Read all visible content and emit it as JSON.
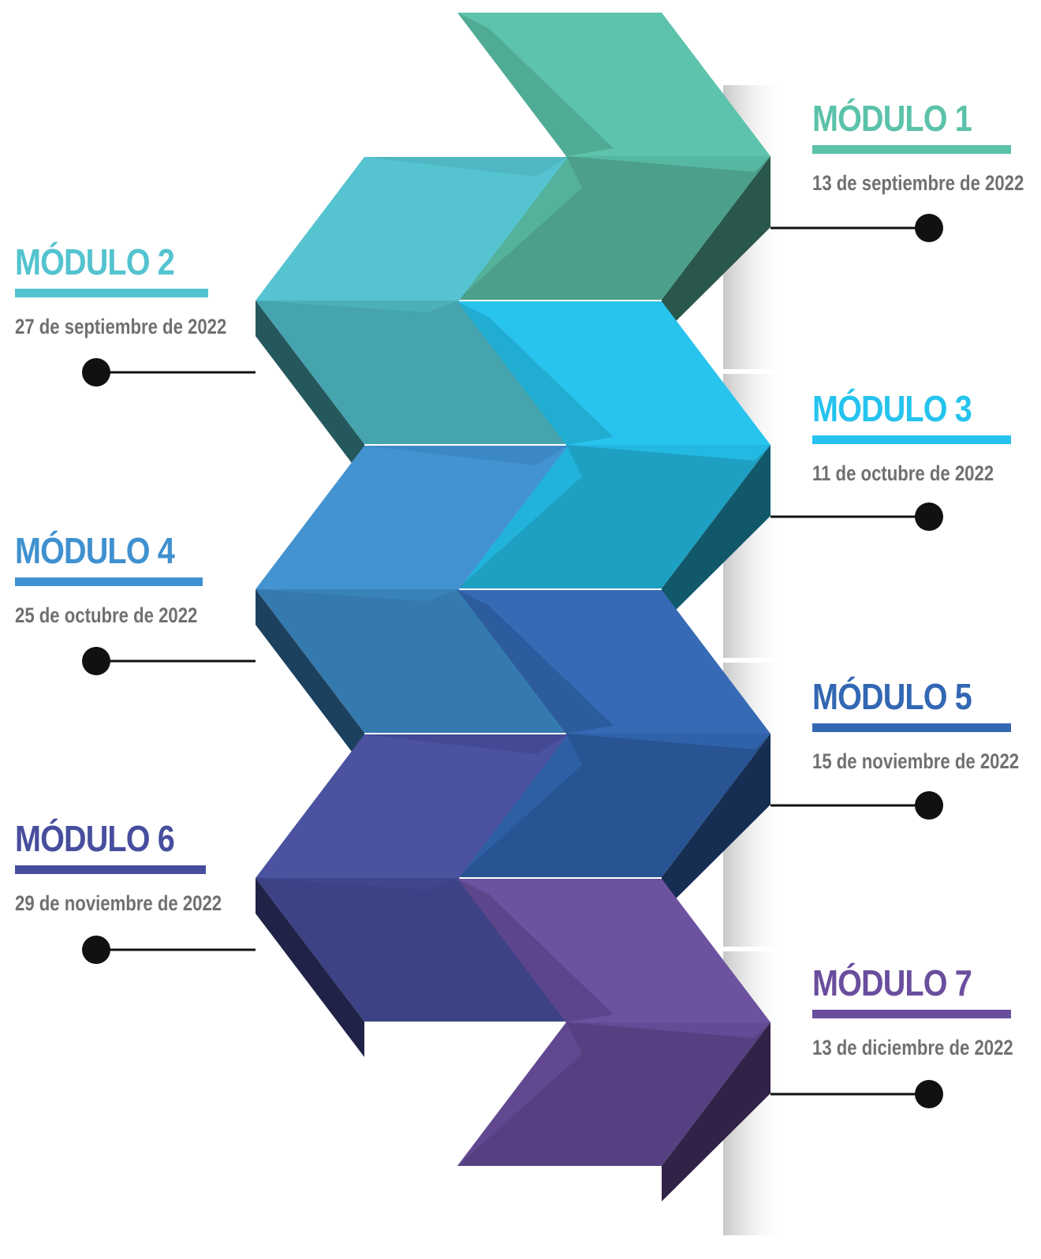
{
  "modules": [
    {
      "title": "MÓDULO 1",
      "date": "13 de septiembre de 2022",
      "color": "#5BC2AA"
    },
    {
      "title": "MÓDULO 2",
      "date": "27 de septiembre de 2022",
      "color": "#53C3CF"
    },
    {
      "title": "MÓDULO 3",
      "date": "11 de octubre de 2022",
      "color": "#25C3EE"
    },
    {
      "title": "MÓDULO 4",
      "date": "25 de octubre de 2022",
      "color": "#3F91D0"
    },
    {
      "title": "MÓDULO 5",
      "date": "15 de noviembre de 2022",
      "color": "#3267B3"
    },
    {
      "title": "MÓDULO 6",
      "date": "29 de noviembre de 2022",
      "color": "#474E9E"
    },
    {
      "title": "MÓDULO 7",
      "date": "13 de diciembre de 2022",
      "color": "#6A4E9E"
    }
  ]
}
